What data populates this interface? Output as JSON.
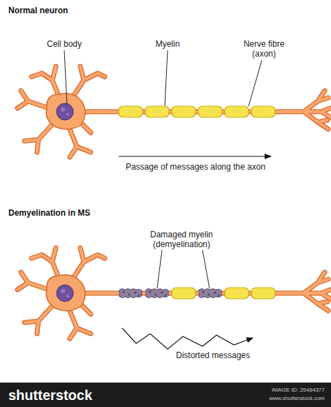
{
  "diagram": {
    "labels": [
      "Normal neuron",
      "Cell body",
      "Myelin",
      "Nerve fibre (axon)",
      "Passage of messages along the axon",
      "Demyelination in MS",
      "Damaged myelin (demyelination)",
      "Distorted messages",
      "shutterstock",
      "IMAGE ID: 25484377",
      "www.shutterstock.com"
    ]
  }
}
